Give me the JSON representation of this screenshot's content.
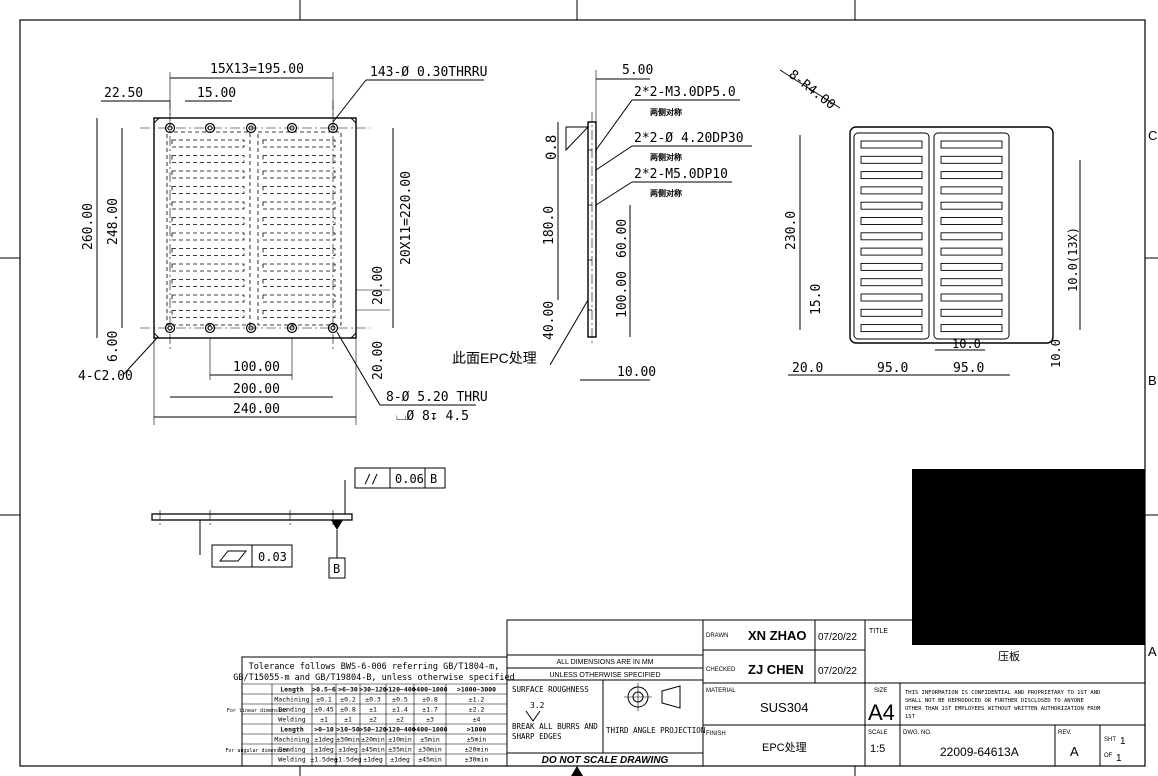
{
  "zone_letters": [
    "C",
    "B",
    "A"
  ],
  "front_view": {
    "dim_pitch_x": "15X13=195.00",
    "dim_holes": "143-Ø 0.30THRRU",
    "dim_22_50": "22.50",
    "dim_15_00": "15.00",
    "dim_260": "260.00",
    "dim_248": "248.00",
    "dim_pitch_y": "20X11=220.00",
    "dim_20_a": "20.00",
    "dim_20_b": "20.00",
    "dim_6": "6.00",
    "chamfer": "4-C2.00",
    "dim_100": "100.00",
    "dim_200": "200.00",
    "dim_240": "240.00",
    "holes_thru": "8-Ø 5.20 THRU",
    "counterbore": "⌴Ø 8↧ 4.5"
  },
  "side_view": {
    "dim_5": "5.00",
    "note_m3": "2*2-M3.0DP5.0",
    "note_m3_sub": "两侧对称",
    "note_d42": "2*2-Ø 4.20DP30",
    "note_d42_sub": "两侧对称",
    "note_m5": "2*2-M5.0DP10",
    "note_m5_sub": "两侧对称",
    "dim_0_8": "0.8",
    "dim_180": "180.0",
    "dim_60": "60.00",
    "dim_100": "100.00",
    "dim_40": "40.00",
    "dim_10": "10.00",
    "epc_note": "此面EPC处理"
  },
  "back_view": {
    "radius": "8-R4.00",
    "dim_230": "230.0",
    "dim_15": "15.0",
    "dim_10_13x": "10.0(13X)",
    "dim_10_a": "10.0",
    "dim_10_b": "10.0",
    "dim_20": "20.0",
    "dim_95_a": "95.0",
    "dim_95_b": "95.0"
  },
  "edge_view": {
    "parallelism_sym": "//",
    "parallelism_val": "0.06",
    "datum": "B",
    "flatness_val": "0.03",
    "datum_b": "B"
  },
  "tolerance_table": {
    "title_1": "Tolerance follows BWS-6-006 referring GB/T1804-m,",
    "title_2": "GB/T15055-m and GB/T19804-B, unless otherwise specified",
    "header": [
      "",
      "Length",
      ">0.5~6",
      ">6~30",
      ">30~120",
      ">120~400",
      ">400~1000",
      ">1000~3000"
    ],
    "linear_label": "For linear dimension",
    "linear_rows": [
      [
        "Machining",
        "±0.1",
        "±0.2",
        "±0.3",
        "±0.5",
        "±0.8",
        "±1.2"
      ],
      [
        "Bending",
        "±0.45",
        "±0.8",
        "±1",
        "±1.4",
        "±1.7",
        "±2.2"
      ],
      [
        "Welding",
        "±1",
        "±1",
        "±2",
        "±2",
        "±3",
        "±4"
      ]
    ],
    "angular_header": [
      "Length",
      ">0~10",
      ">10~50",
      ">50~120",
      ">120~400",
      ">400~1000",
      ">1000"
    ],
    "angular_label": "For angular dimension",
    "angular_rows": [
      [
        "Machining",
        "±1deg",
        "±30min",
        "±20min",
        "±10min",
        "±5min",
        "±5min"
      ],
      [
        "Bending",
        "±1deg",
        "±1deg",
        "±45min",
        "±35min",
        "±30min",
        "±20min"
      ],
      [
        "Welding",
        "±1.5deg",
        "±1.5deg",
        "±1deg",
        "±1deg",
        "±45min",
        "±30min"
      ]
    ]
  },
  "title_block": {
    "all_dims": "ALL DIMENSIONS ARE IN MM",
    "unless": "UNLESS OTHERWISE SPECIFIED",
    "surface_roughness": "SURFACE ROUGHNESS",
    "roughness_val": "3.2",
    "break_burrs_1": "BREAK ALL BURRS AND",
    "break_burrs_2": "SHARP EDGES",
    "projection": "THIRD ANGLE PROJECTION",
    "do_not_scale": "DO NOT SCALE DRAWING",
    "drawn_label": "DRAWN",
    "drawn_name": "XN ZHAO",
    "drawn_date": "07/20/22",
    "checked_label": "CHECKED",
    "checked_name": "ZJ CHEN",
    "checked_date": "07/20/22",
    "title_label": "TITLE",
    "title_value": "压板",
    "material_label": "MATERIAL",
    "material_value": "SUS304",
    "finish_label": "FINISH",
    "finish_value": "EPC处理",
    "size_label": "SIZE",
    "size_value": "A4",
    "scale_label": "SCALE",
    "scale_value": "1:5",
    "confidential_1": "THIS INFORMATION IS CONFIDENTIAL AND PROPRIETARY TO 1ST AND",
    "confidential_2": "SHALL NOT BE REPRODUCED OR FURTHER DISCLOSED TO ANYONE",
    "confidential_3": "OTHER THAN 1ST EMPLOYEES WITHOUT WRITTEN AUTHORIZATION FROM",
    "confidential_4": "1ST",
    "dwg_label": "DWG. NO.",
    "dwg_value": "22009-64613A",
    "rev_label": "REV.",
    "rev_value": "A",
    "sht_label": "SHT",
    "sht_value": "1",
    "of_label": "OF",
    "of_value": "1"
  }
}
